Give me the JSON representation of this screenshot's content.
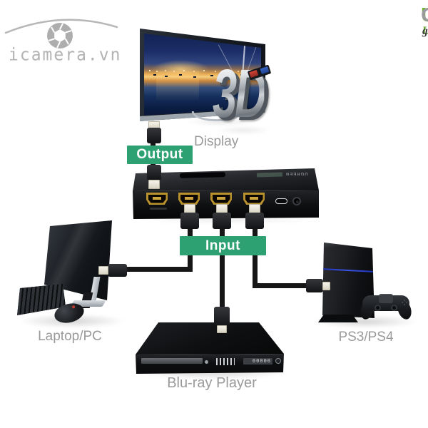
{
  "watermark": {
    "text": "icamera.vn",
    "icon": "camera-aperture-icon"
  },
  "brand": {
    "logo_u": "U",
    "logo_rest": "GREEN",
    "website": "Ugreenvietnam.com.vn"
  },
  "badges": {
    "output": "Output",
    "input": "Input"
  },
  "devices": {
    "display_label": "Display",
    "laptop_label": "Laptop/PC",
    "bluray_label": "Blu-ray Player",
    "console_label": "PS3/PS4"
  },
  "tv": {
    "overlay_text": "3D",
    "glasses_icon": "3d-glasses-icon"
  },
  "hdmi_switch": {
    "top_brand": "UGREEN",
    "front_ports": [
      "hdmi-in-1",
      "hdmi-in-2",
      "hdmi-in-3",
      "hdmi-in-4"
    ],
    "other_ports": [
      "micro-usb-power",
      "audio-jack"
    ]
  },
  "bluray": {
    "display_digits": "00000"
  },
  "colors": {
    "badge_green": "#2EA172",
    "label_gray": "#9A9A9A",
    "brand_green": "#6CB52D",
    "brand_gray": "#9B9B9D",
    "ps4_led_blue": "#2B3FD0",
    "hdmi_gold": "#C9A43C"
  }
}
